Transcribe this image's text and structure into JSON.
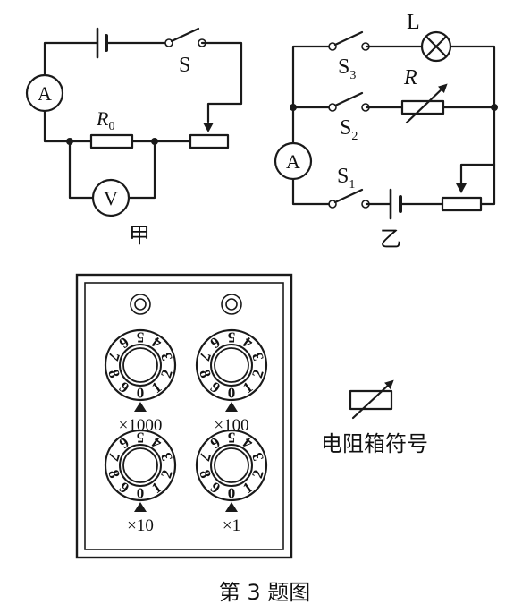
{
  "circuit_jia": {
    "caption": "甲",
    "ammeter": "A",
    "voltmeter": "V",
    "switch": "S",
    "resistor_main": "R",
    "resistor_sub": "0"
  },
  "circuit_yi": {
    "caption": "乙",
    "ammeter": "A",
    "lamp": "L",
    "box": "R",
    "s1_main": "S",
    "s1_sub": "1",
    "s2_main": "S",
    "s2_sub": "2",
    "s3_main": "S",
    "s3_sub": "3"
  },
  "resistance_box": {
    "dial_digits": [
      "0",
      "1",
      "2",
      "3",
      "4",
      "5",
      "6",
      "7",
      "8",
      "9"
    ],
    "multipliers": [
      "×1000",
      "×100",
      "×10",
      "×1"
    ]
  },
  "symbol_caption": "电阻箱符号",
  "figure_caption": "第 3 题图"
}
